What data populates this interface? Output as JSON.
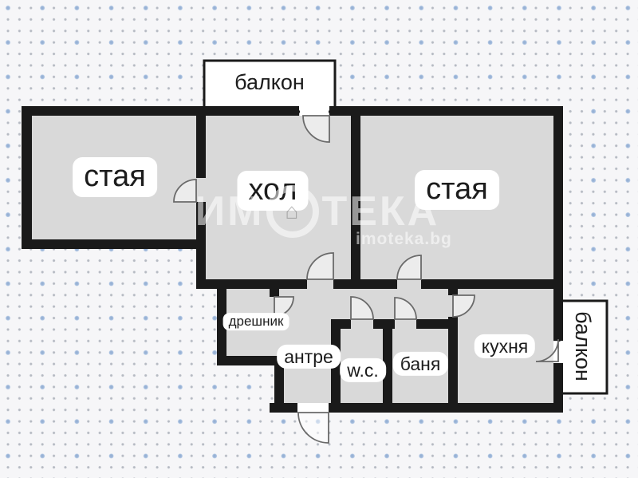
{
  "rooms": {
    "bedroom_left": "стая",
    "living_room": "хол",
    "bedroom_right": "стая",
    "balcony_top": "балкон",
    "balcony_right": "балкон",
    "closet": "дрешник",
    "hallway": "антре",
    "wc": "w.c.",
    "bathroom": "баня",
    "kitchen": "кухня"
  },
  "watermark": {
    "brand_left": "ИМ",
    "brand_right": "ТЕКА",
    "site": "imoteka.bg",
    "logo_icon": "⌂"
  },
  "colors": {
    "wall": "#1a1a1a",
    "room_fill": "#d9d9d9",
    "label_bg": "#ffffff",
    "background": "#f6f6f8",
    "dot_small": "#808896",
    "dot_blue": "#90afd8",
    "door_arc": "#6a6a6a"
  }
}
